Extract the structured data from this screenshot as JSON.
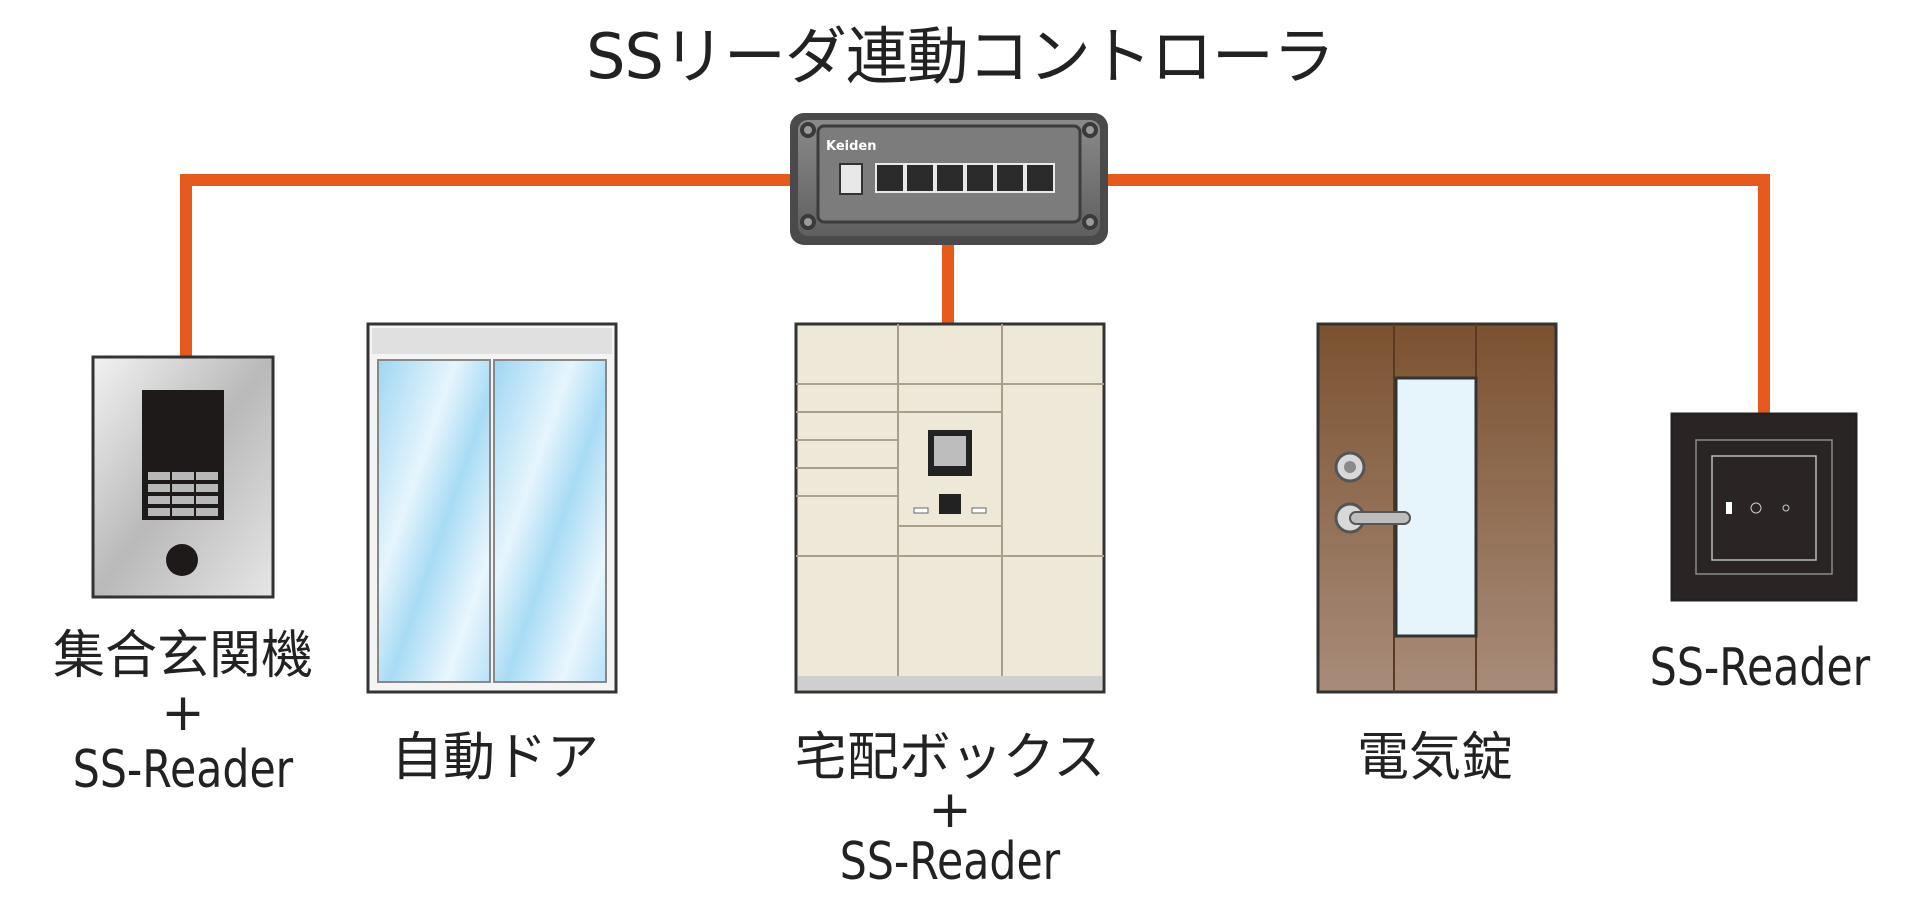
{
  "title": "SSリーダ連動コントローラ",
  "controller": {
    "brand": "Keiden"
  },
  "devices": [
    {
      "name": "集合玄関機",
      "plus": "+",
      "reader": "SS-Reader"
    },
    {
      "name": "自動ドア"
    },
    {
      "name": "宅配ボックス",
      "plus": "+",
      "reader": "SS-Reader"
    },
    {
      "name": "電気錠"
    },
    {
      "name": "SS-Reader"
    }
  ],
  "colors": {
    "connection": "#e65a1e",
    "controller": "#6b6b6b",
    "door_wood": "#7a5032"
  }
}
